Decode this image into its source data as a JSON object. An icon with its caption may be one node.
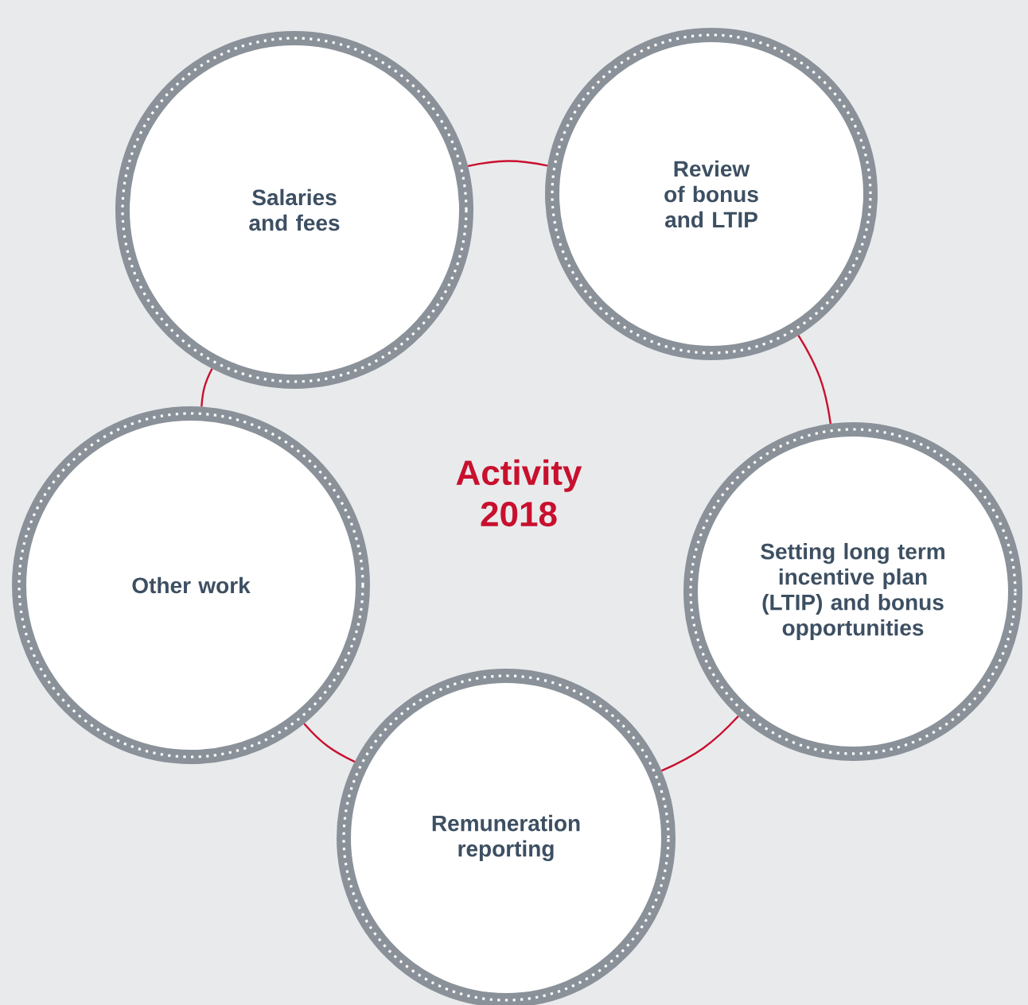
{
  "diagram": {
    "title": "Activity 2018",
    "nodes": [
      {
        "text": [
          "Salaries and fees"
        ]
      },
      {
        "text": [
          "Review of bonus and LTIP"
        ]
      },
      {
        "text": [
          "Setting long term incentive plan (LTIP) and bonus opportunities"
        ]
      },
      {
        "text": [
          "Remuneration reporting"
        ]
      },
      {
        "text": [
          "Other work"
        ]
      }
    ],
    "edges": [
      {
        "from": 0,
        "to": 1,
        "arrow": "none"
      },
      {
        "from": 1,
        "to": 2,
        "arrow": "none"
      },
      {
        "from": 2,
        "to": 3,
        "arrow": "none"
      },
      {
        "from": 3,
        "to": 4,
        "arrow": "none"
      },
      {
        "from": 4,
        "to": 0,
        "arrow": "none"
      }
    ]
  }
}
